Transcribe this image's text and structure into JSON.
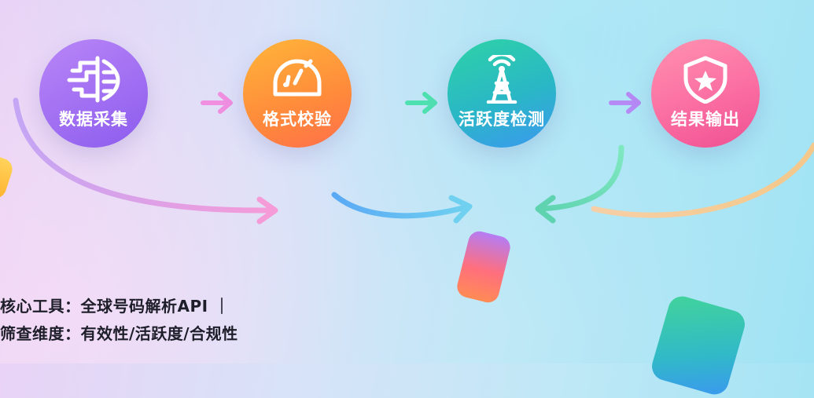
{
  "steps": [
    {
      "label": "数据采集",
      "icon": "data-collection-icon"
    },
    {
      "label": "格式校验",
      "icon": "gauge-icon"
    },
    {
      "label": "活跃度检测",
      "icon": "signal-tower-icon"
    },
    {
      "label": "结果输出",
      "icon": "shield-star-icon"
    }
  ],
  "footer": {
    "line1": "核心工具：全球号码解析API ｜",
    "line2": "筛查维度：有效性/活跃度/合规性"
  },
  "colors": {
    "step1": "#9a6cf2",
    "step2": "#ff9a3a",
    "step3": "#2bbcc0",
    "step4": "#f764a0"
  }
}
